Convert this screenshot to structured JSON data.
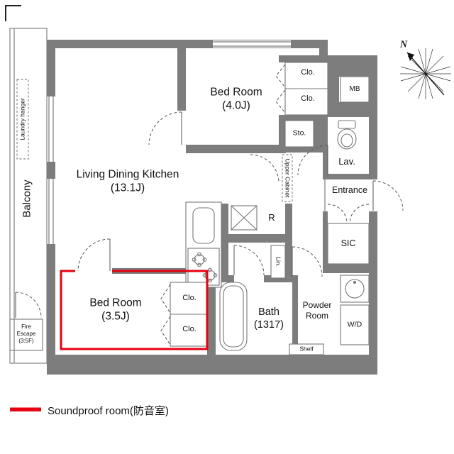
{
  "legend": {
    "soundproof_label": "Soundproof room(防音室)"
  },
  "compass": {
    "north_label": "N"
  },
  "colors": {
    "wall": "#7d7d7d",
    "soundproof_red": "#e60012"
  },
  "rooms": {
    "balcony": "Balcony",
    "laundry_hanger": "Laundry hanger",
    "ldk": "Living Dining Kitchen\n(13.1J)",
    "bedroom_4j": "Bed Room\n(4.0J)",
    "bedroom_35j": "Bed Room\n(3.5J)",
    "closet": "Clo.",
    "meter_box": "MB",
    "storage": "Sto.",
    "lavatory": "Lav.",
    "entrance": "Entrance",
    "shoe_closet": "SIC",
    "refrigerator": "R",
    "upper_cabinet": "Upper Cabinet",
    "bath": "Bath\n(1317)",
    "powder_room": "Powder\nRoom",
    "washer_dryer": "W/D",
    "shelf": "Shelf",
    "linen": "Lin.",
    "fire_escape": "Fire\nEscape\n(3:5F)"
  }
}
